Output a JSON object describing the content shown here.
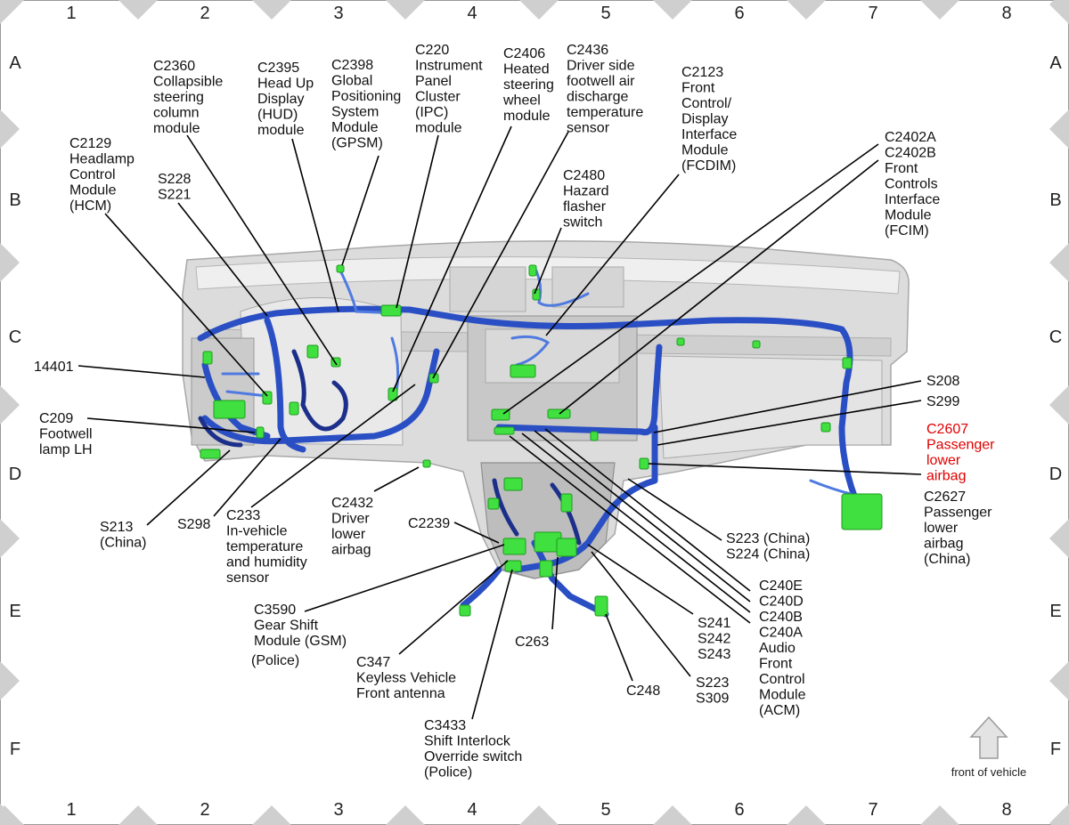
{
  "grid": {
    "columns": [
      "1",
      "2",
      "3",
      "4",
      "5",
      "6",
      "7",
      "8"
    ],
    "rows": [
      "A",
      "B",
      "C",
      "D",
      "E",
      "F"
    ]
  },
  "colors": {
    "harness": "#2a4fc4",
    "connector": "#3fe03f",
    "highlight": "#e00000",
    "grid_triangle": "#cfcfcf"
  },
  "callouts": [
    {
      "id": "c2360",
      "lines": [
        "C2360",
        "Collapsible",
        "steering",
        "column",
        "module"
      ]
    },
    {
      "id": "c2395",
      "lines": [
        "C2395",
        "Head Up",
        "Display",
        "(HUD)",
        "module"
      ]
    },
    {
      "id": "c2398",
      "lines": [
        "C2398",
        "Global",
        "Positioning",
        "System",
        "Module",
        "(GPSM)"
      ]
    },
    {
      "id": "c220",
      "lines": [
        "C220",
        "Instrument",
        "Panel",
        "Cluster",
        "(IPC)",
        "module"
      ]
    },
    {
      "id": "c2406",
      "lines": [
        "C2406",
        "Heated",
        "steering",
        "wheel",
        "module"
      ]
    },
    {
      "id": "c2436",
      "lines": [
        "C2436",
        "Driver side",
        "footwell air",
        "discharge",
        "temperature",
        "sensor"
      ]
    },
    {
      "id": "c2123",
      "lines": [
        "C2123",
        "Front",
        "Control/",
        "Display",
        "Interface",
        "Module",
        "(FCDIM)"
      ]
    },
    {
      "id": "c2402",
      "lines": [
        "C2402A",
        "C2402B",
        "Front",
        "Controls",
        "Interface",
        "Module",
        "(FCIM)"
      ]
    },
    {
      "id": "c2129",
      "lines": [
        "C2129",
        "Headlamp",
        "Control",
        "Module",
        "(HCM)"
      ]
    },
    {
      "id": "s228",
      "lines": [
        "S228",
        "S221"
      ]
    },
    {
      "id": "c2480",
      "lines": [
        "C2480",
        "Hazard",
        "flasher",
        "switch"
      ]
    },
    {
      "id": "n14401",
      "lines": [
        "14401"
      ]
    },
    {
      "id": "c209",
      "lines": [
        "C209",
        "Footwell",
        "lamp LH"
      ]
    },
    {
      "id": "s208",
      "lines": [
        "S208"
      ]
    },
    {
      "id": "s299",
      "lines": [
        "S299"
      ]
    },
    {
      "id": "c2607",
      "lines": [
        "C2607",
        "Passenger",
        "lower",
        "airbag"
      ],
      "highlight": true
    },
    {
      "id": "c2627",
      "lines": [
        "C2627",
        "Passenger",
        "lower",
        "airbag",
        "(China)"
      ]
    },
    {
      "id": "s213",
      "lines": [
        "S213",
        "(China)"
      ]
    },
    {
      "id": "s298",
      "lines": [
        "S298"
      ]
    },
    {
      "id": "c233",
      "lines": [
        "C233",
        "In-vehicle",
        "temperature",
        "and humidity",
        "sensor"
      ]
    },
    {
      "id": "c2432",
      "lines": [
        "C2432",
        "Driver",
        "lower",
        "airbag"
      ]
    },
    {
      "id": "c2239",
      "lines": [
        "C2239"
      ]
    },
    {
      "id": "s223china",
      "lines": [
        "S223 (China)",
        "S224 (China)"
      ]
    },
    {
      "id": "c240",
      "lines": [
        "C240E",
        "C240D",
        "C240B",
        "C240A",
        "Audio",
        "Front",
        "Control",
        "Module",
        "(ACM)"
      ]
    },
    {
      "id": "c3590",
      "lines": [
        "C3590",
        "Gear Shift",
        "Module (GSM)"
      ]
    },
    {
      "id": "police1",
      "lines": [
        "(Police)"
      ]
    },
    {
      "id": "c347",
      "lines": [
        "C347",
        "Keyless Vehicle",
        "Front antenna"
      ]
    },
    {
      "id": "c263",
      "lines": [
        "C263"
      ]
    },
    {
      "id": "s241",
      "lines": [
        "S241",
        "S242",
        "S243"
      ]
    },
    {
      "id": "c248",
      "lines": [
        "C248"
      ]
    },
    {
      "id": "s223",
      "lines": [
        "S223",
        "S309"
      ]
    },
    {
      "id": "c3433",
      "lines": [
        "C3433",
        "Shift Interlock",
        "Override switch",
        "(Police)"
      ]
    }
  ],
  "front_arrow_caption": "front of vehicle"
}
